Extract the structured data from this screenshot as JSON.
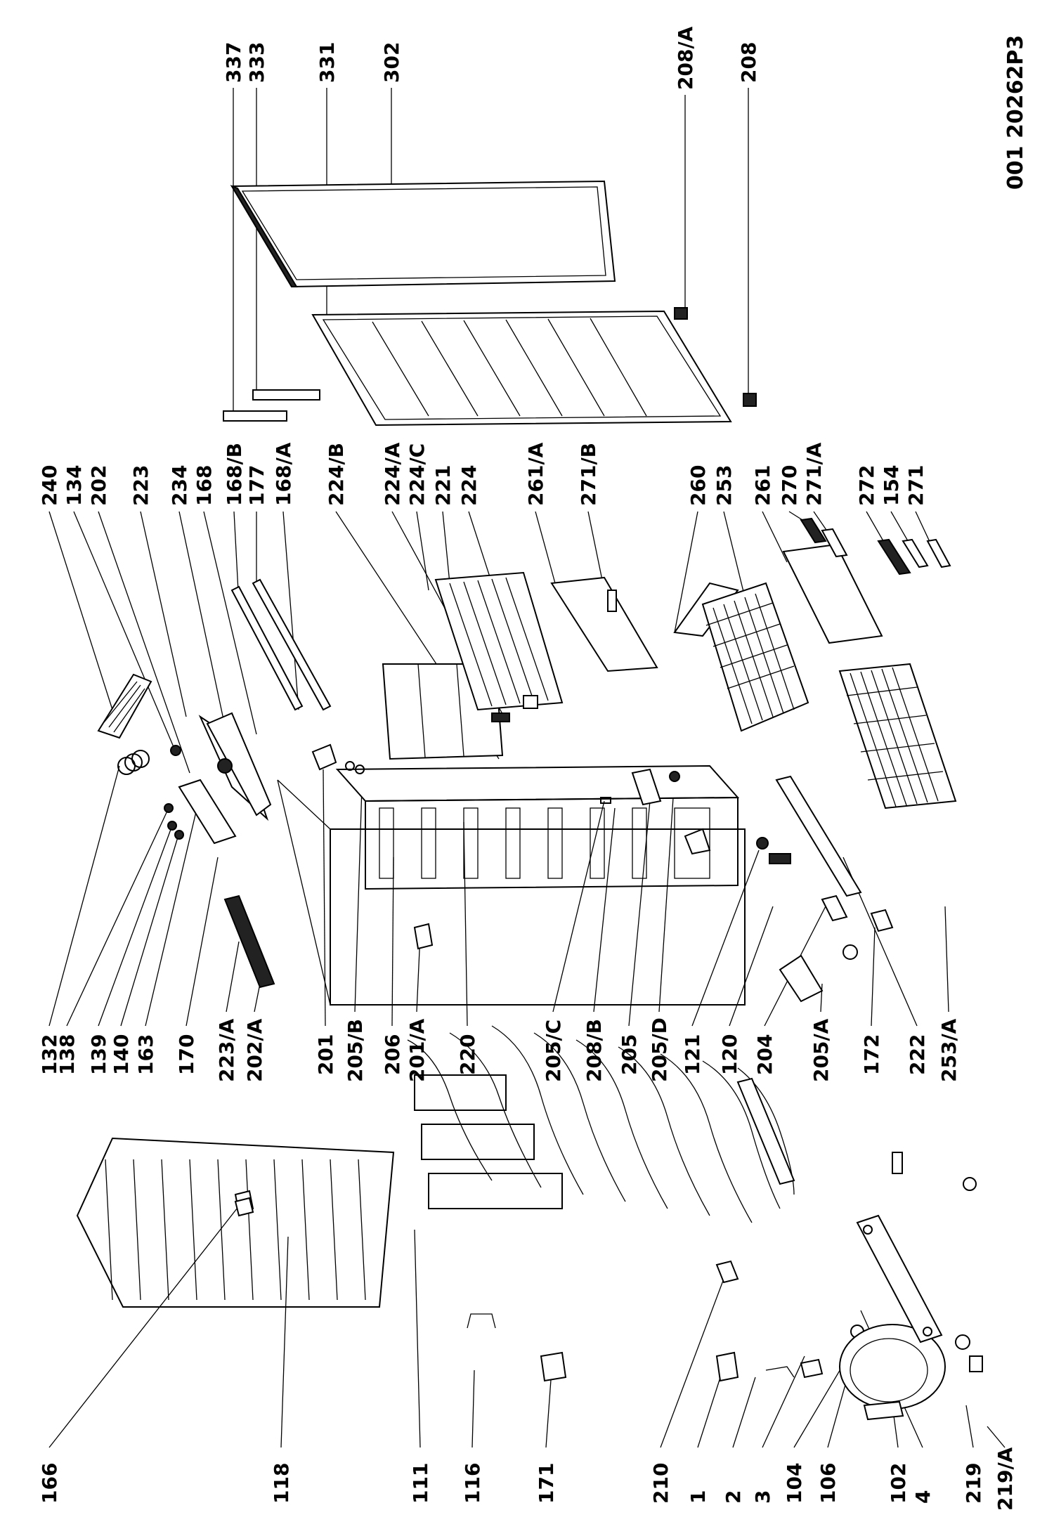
{
  "diagram": {
    "drawing_code": "001  20262P3",
    "labels": {
      "l337": "337",
      "l333": "333",
      "l331": "331",
      "l302": "302",
      "l208a": "208/A",
      "l208": "208",
      "l240": "240",
      "l134": "134",
      "l202": "202",
      "l223": "223",
      "l234": "234",
      "l168": "168",
      "l168b": "168/B",
      "l177": "177",
      "l168a": "168/A",
      "l224b": "224/B",
      "l224a": "224/A",
      "l224c": "224/C",
      "l221": "221",
      "l224": "224",
      "l261a": "261/A",
      "l271b": "271/B",
      "l260": "260",
      "l253": "253",
      "l261": "261",
      "l270": "270",
      "l271a": "271/A",
      "l272": "272",
      "l154": "154",
      "l271": "271",
      "l132": "132",
      "l138": "138",
      "l139": "139",
      "l140": "140",
      "l163": "163",
      "l170": "170",
      "l223a": "223/A",
      "l202a": "202/A",
      "l201": "201",
      "l205b": "205/B",
      "l206": "206",
      "l201a": "201/A",
      "l220": "220",
      "l205c": "205/C",
      "l208b": "208/B",
      "l205": "205",
      "l205d": "205/D",
      "l121": "121",
      "l120": "120",
      "l204": "204",
      "l205a": "205/A",
      "l172": "172",
      "l222": "222",
      "l253a": "253/A",
      "l166": "166",
      "l118": "118",
      "l111": "111",
      "l116": "116",
      "l171": "171",
      "l210": "210",
      "l1": "1",
      "l2": "2",
      "l3": "3",
      "l104": "104",
      "l106": "106",
      "l102": "102",
      "l4": "4",
      "l219": "219",
      "l219a": "219/A"
    }
  }
}
